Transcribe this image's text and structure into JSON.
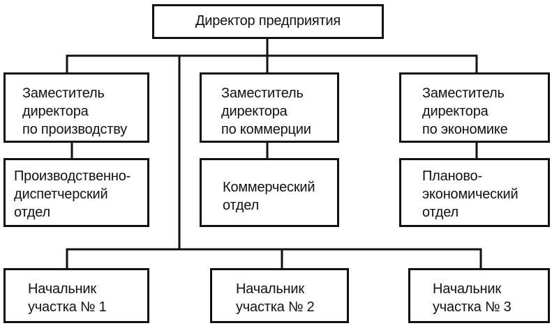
{
  "org_chart": {
    "director": "Директор предприятия",
    "deputies": [
      "Заместитель\nдиректора\nпо производству",
      "Заместитель\nдиректора\nпо коммерции",
      "Заместитель\nдиректора\nпо экономике"
    ],
    "departments": [
      "Производственно-\nдиспетчерский\nотдел",
      "Коммерческий\nотдел",
      "Планово-\nэкономический\nотдел"
    ],
    "sections": [
      "Начальник\nучастка № 1",
      "Начальник\nучастка № 2",
      "Начальник\nучастка № 3"
    ]
  },
  "colors": {
    "line": "#111111",
    "box_border": "#111111",
    "background": "#ffffff",
    "text": "#111111"
  }
}
